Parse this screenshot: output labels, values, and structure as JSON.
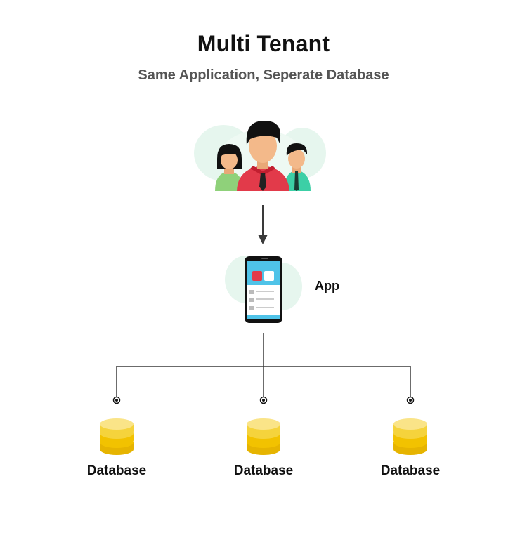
{
  "title": "Multi Tenant",
  "subtitle": "Same Application, Seperate Database",
  "nodes": {
    "users_icon": "users-group-icon",
    "app": {
      "label": "App",
      "icon": "smartphone-icon"
    },
    "databases": [
      {
        "label": "Database",
        "icon": "database-icon"
      },
      {
        "label": "Database",
        "icon": "database-icon"
      },
      {
        "label": "Database",
        "icon": "database-icon"
      }
    ]
  },
  "colors": {
    "line": "#3a3a3a",
    "blob": "#e6f6ee",
    "db_gold": "#f2c200",
    "db_light": "#fae488",
    "phone_screen": "#4fc3e8",
    "shirt_red": "#e23a4a",
    "shirt_green": "#8fd17a",
    "shirt_teal": "#3ccfa6",
    "skin": "#f3b98a",
    "hair": "#111111"
  }
}
